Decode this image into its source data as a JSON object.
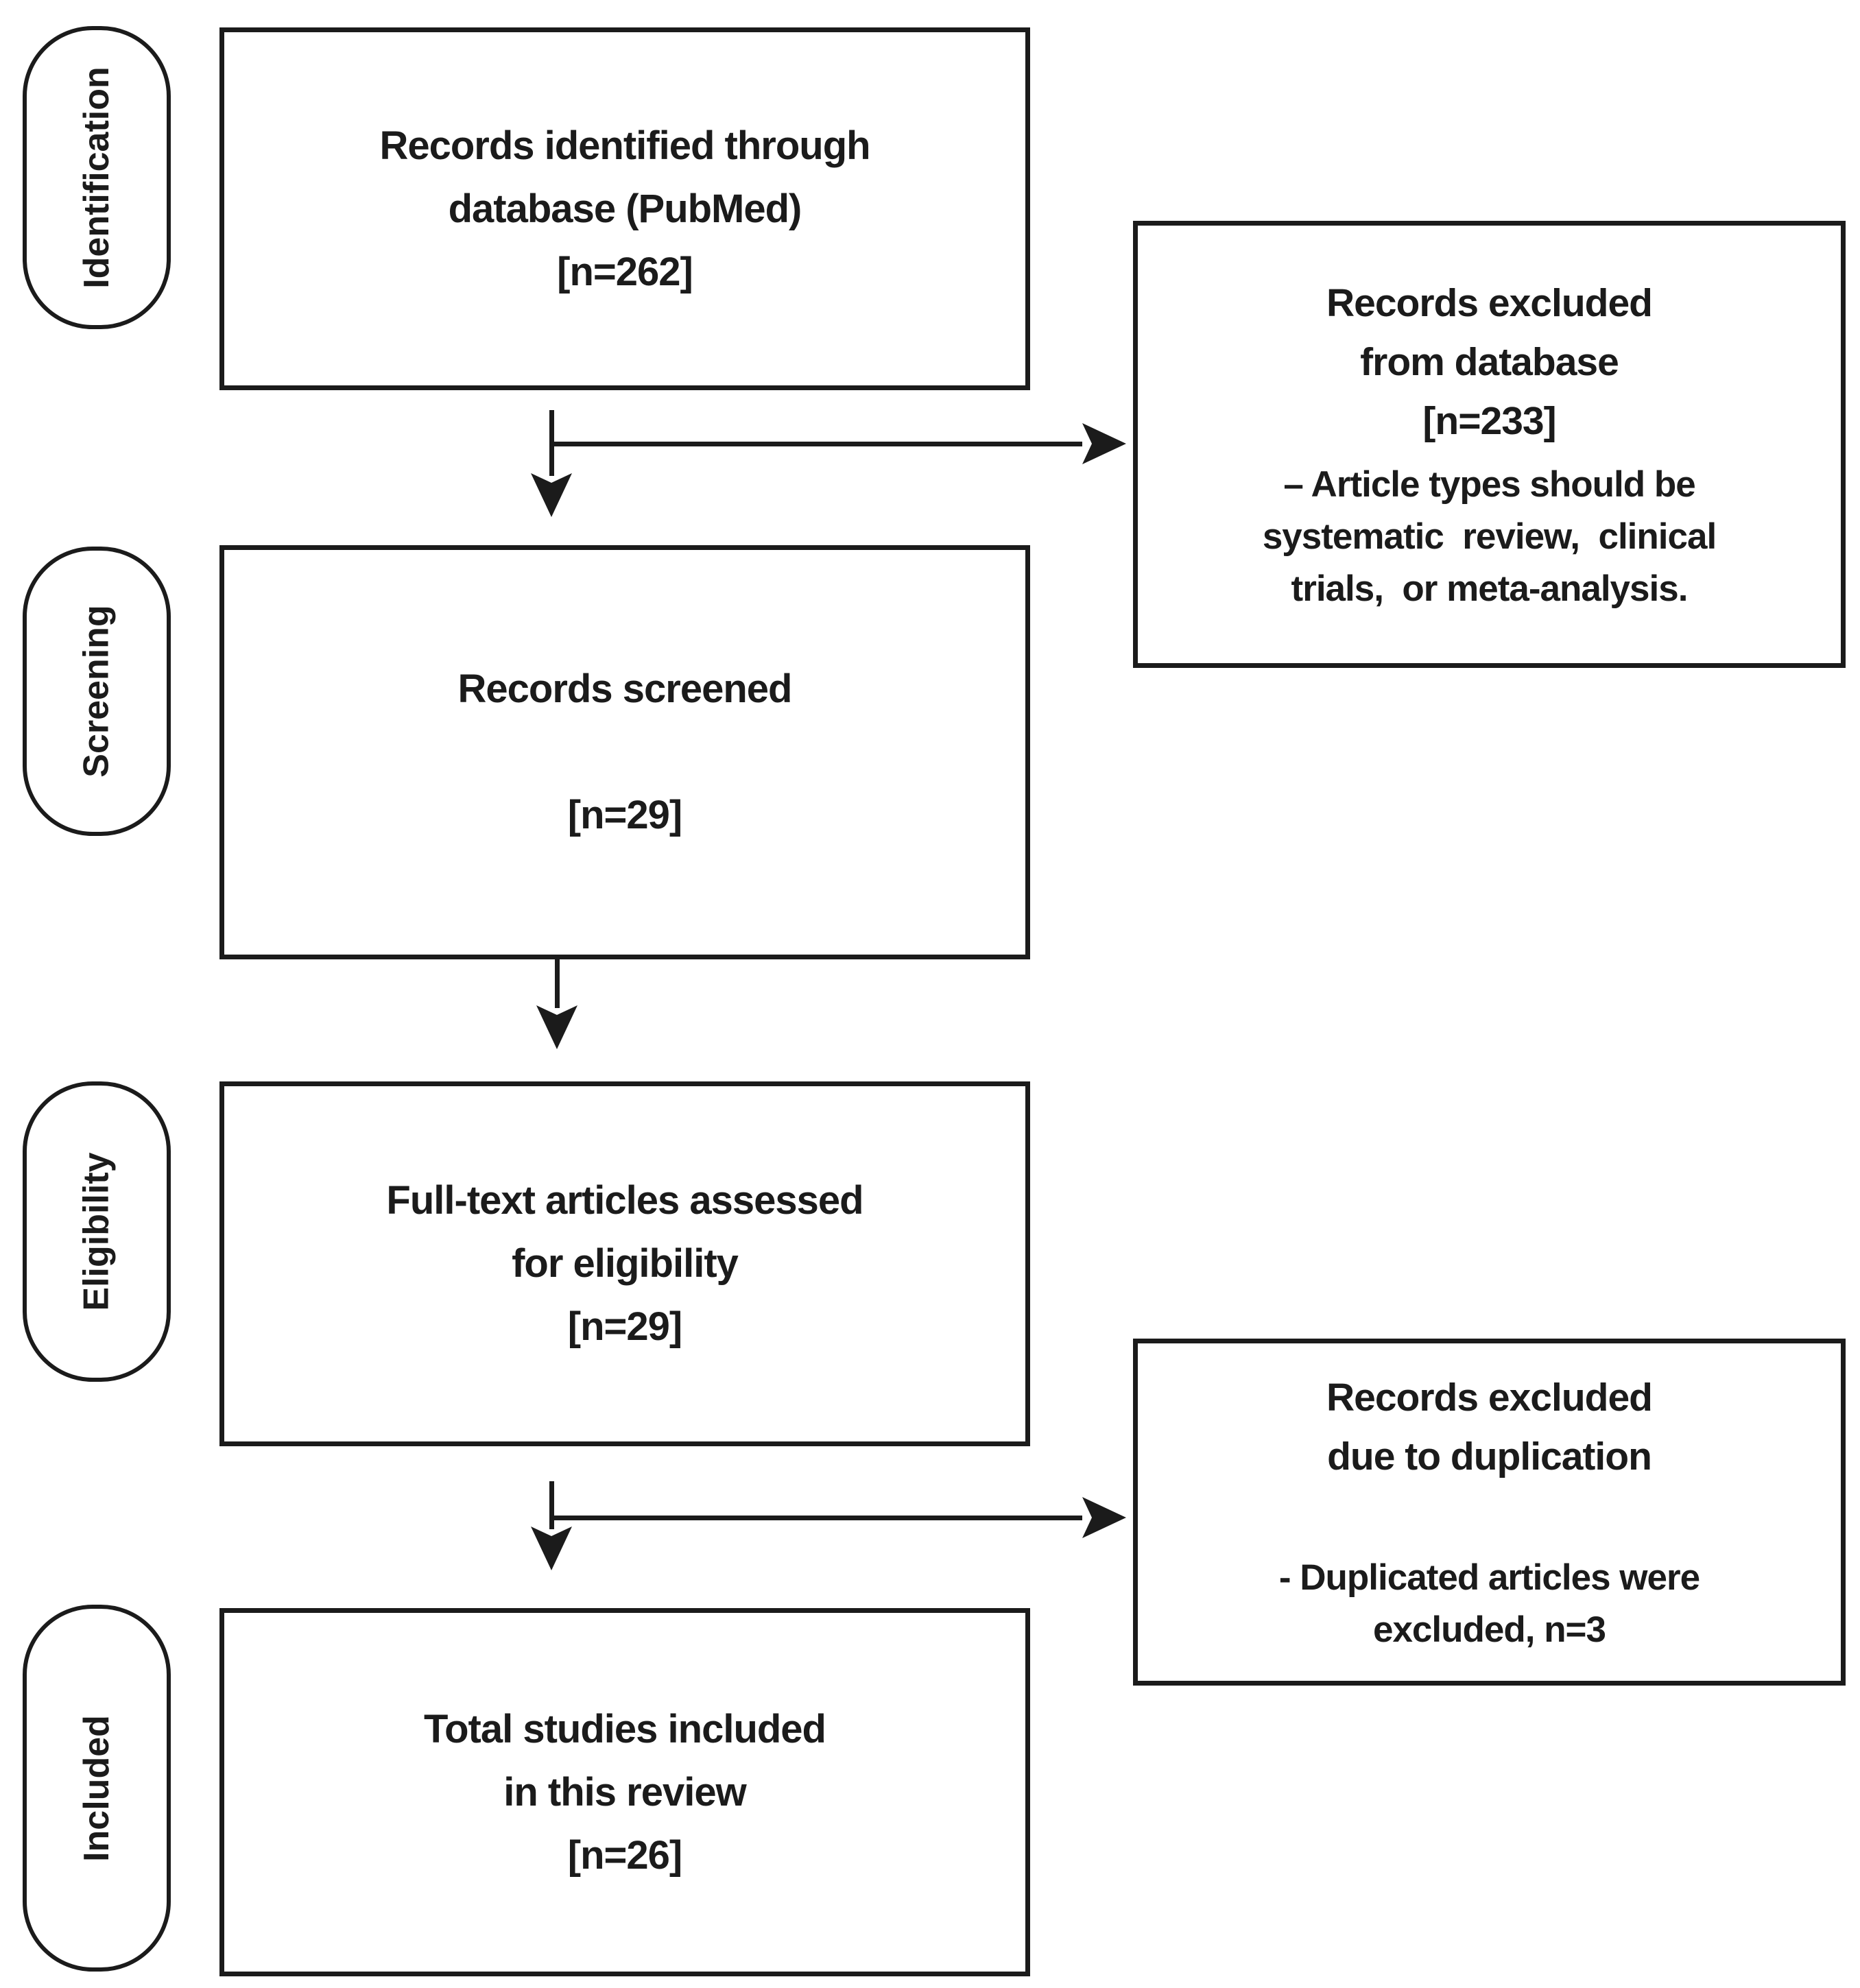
{
  "colors": {
    "ink": "#1b1b1b",
    "paper": "#ffffff"
  },
  "stages": {
    "identification": "Identification",
    "screening": "Screening",
    "eligibility": "Eligibility",
    "included": "Included"
  },
  "boxes": {
    "identified": {
      "line1": "Records identified through",
      "line2": "database (PubMed)",
      "line3": "[n=262]"
    },
    "screened": {
      "line1": "Records screened",
      "line2": "",
      "line3": "[n=29]"
    },
    "fulltext": {
      "line1": "Full-text articles assessed",
      "line2": "for eligibility",
      "line3": "[n=29]"
    },
    "total": {
      "line1": "Total studies included",
      "line2": "in this review",
      "line3": "[n=26]"
    }
  },
  "side_boxes": {
    "excluded_database": {
      "heading1": "Records excluded",
      "heading2": "from database",
      "heading3": "[n=233]",
      "detail1": "– Article types should be",
      "detail2": "systematic  review,  clinical",
      "detail3": "trials,  or meta-analysis."
    },
    "excluded_duplication": {
      "heading1": "Records excluded",
      "heading2": "due to duplication",
      "detail1": "- Duplicated articles were",
      "detail2": "excluded, n=3"
    }
  }
}
